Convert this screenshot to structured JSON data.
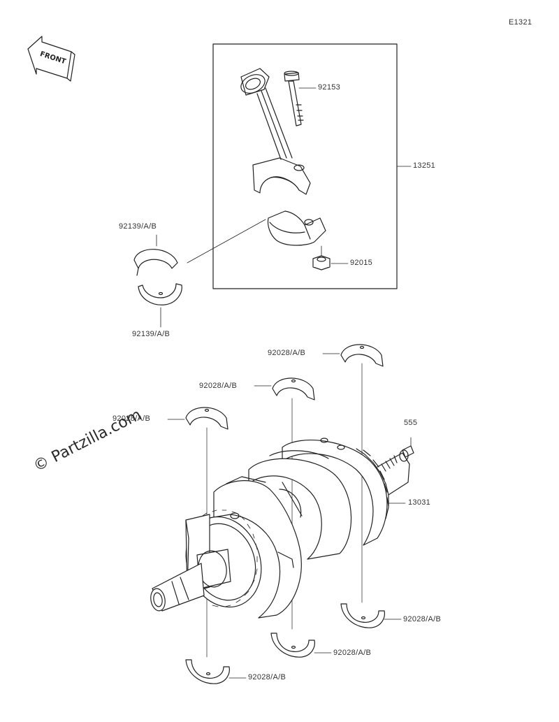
{
  "diagram_id": "E1321",
  "front_label": "FRONT",
  "watermark": "© Partzilla.com",
  "parts": {
    "bolt": "92153",
    "rod_assembly": "13251",
    "rod_bearing_upper": "92139/A/B",
    "rod_bearing_lower": "92139/A/B",
    "nut": "92015",
    "main_bearing_top_right": "92028/A/B",
    "main_bearing_top_mid": "92028/A/B",
    "main_bearing_top_left": "92028/A/B",
    "pin": "555",
    "crankshaft": "13031",
    "main_bearing_bottom_right": "92028/A/B",
    "main_bearing_bottom_mid": "92028/A/B",
    "main_bearing_bottom_left": "92028/A/B"
  }
}
